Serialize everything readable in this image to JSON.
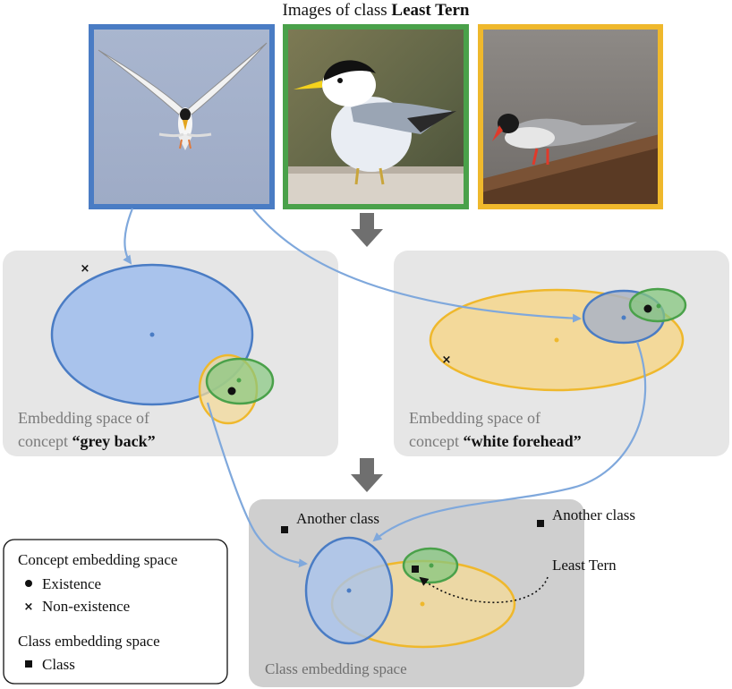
{
  "title": {
    "prefix": "Images of class ",
    "class_name": "Least Tern"
  },
  "images": [
    {
      "subject": "least tern in flight, wings raised, against pale blue sky",
      "frame_color": "#4a7cc4"
    },
    {
      "subject": "least tern standing on a wooden board, black cap, yellow bill",
      "frame_color": "#4aa14a"
    },
    {
      "subject": "tern perched on a railing, grey back, red bill and legs",
      "frame_color": "#efb82c"
    }
  ],
  "panels": {
    "grey_back": {
      "caption_prefix": "Embedding space of",
      "caption_line2_prefix": "concept ",
      "concept": "“grey back”"
    },
    "white_forehead": {
      "caption_prefix": "Embedding space of",
      "caption_line2_prefix": "concept ",
      "concept": "“white forehead”"
    },
    "class_space": {
      "caption": "Class embedding space",
      "label_another_left": "Another class",
      "label_another_right": "Another class",
      "label_least_tern": "Least Tern"
    }
  },
  "legend": {
    "concept_heading": "Concept embedding space",
    "existence": "Existence",
    "nonexistence": "Non-existence",
    "class_heading": "Class embedding space",
    "class": "Class"
  },
  "colors": {
    "blue": "#4a7cc4",
    "blue_fill": "#a9c3ec",
    "green": "#4aa14a",
    "green_fill": "#86c77f",
    "orange": "#efb82c",
    "orange_fill": "#f3d99a",
    "arrow": "#7fa8dc",
    "panel_light": "#e6e6e6",
    "panel_dark": "#cfcfcf",
    "down_arrow": "#6f6f6f"
  }
}
